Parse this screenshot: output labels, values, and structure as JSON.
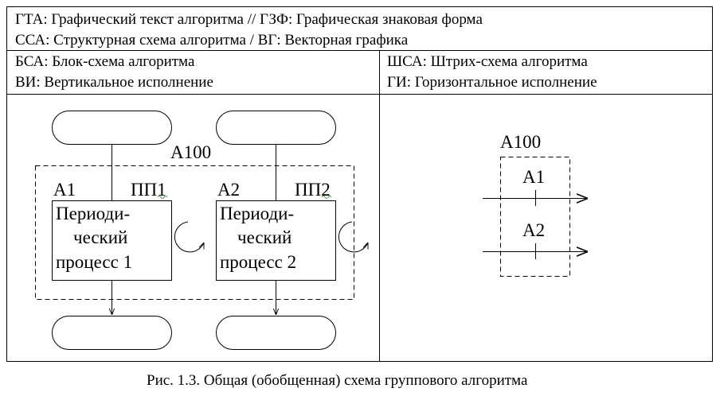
{
  "header": {
    "row1_line1": "ГТА: Графический текст алгоритма    // ГЗФ: Графическая знаковая форма",
    "row1_line2": "ССА: Структурная схема алгоритма / ВГ: Векторная графика",
    "left_line1": "БСА: Блок-схема алгоритма",
    "left_line2": "ВИ: Вертикальное исполнение",
    "right_line1": "ШСА: Штрих-схема алгоритма",
    "right_line2": "ГИ: Горизонтальное исполнение"
  },
  "flowchart": {
    "group_label": "А100",
    "block1": {
      "id": "А1",
      "subprocess": "ПП1",
      "text_lines": [
        "Периоди-",
        "ческий",
        "процесс 1"
      ]
    },
    "block2": {
      "id": "А2",
      "subprocess": "ПП2",
      "text_lines": [
        "Периоди-",
        "ческий",
        "процесс 2"
      ]
    }
  },
  "stroke_chart": {
    "group_label": "А100",
    "line1_label": "А1",
    "line2_label": "А2"
  },
  "caption": "Рис. 1.3. Общая (обобщенная) схема группового алгоритма"
}
